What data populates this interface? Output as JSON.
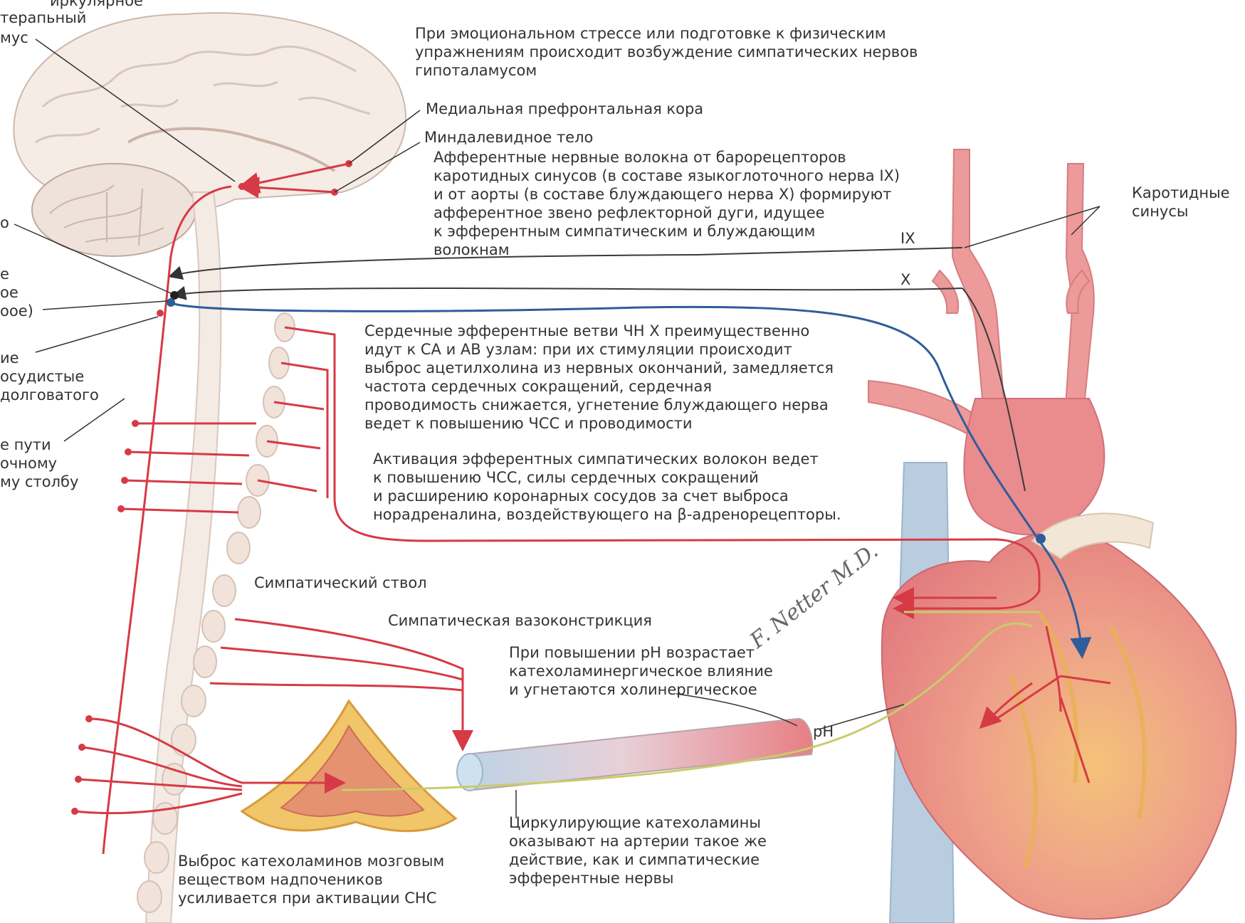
{
  "labels": {
    "top_left_partial_1": "иркулярное",
    "top_left_partial_2": "терапьный",
    "top_left_partial_3": "мус",
    "stress": "При эмоциональном стрессе или подготовке к физическим\nупражнениям происходит возбуждение симпатических нервов\nгипоталамусом",
    "prefrontal": "Медиальная префронтальная кора",
    "amygdala": "Миндалевидное тело",
    "afferent": "Афферентные нервные волокна от барорецепторов\nкаротидных синусов (в составе языкоглоточного нерва IX)\nи от аорты (в составе блуждающего нерва X) формируют\nафферентное звено рефлекторной дуги, идущее\nк эфферентным симпатическим и блуждающим\nволокнам",
    "carotid_sinuses": "Каротидные\nсинусы",
    "nerve_ix": "IX",
    "nerve_x": "X",
    "left_partial_a": "о",
    "left_partial_b": "е\nое\nоое)",
    "left_partial_c": "ие\nосудистые\nдолговатого",
    "left_partial_d": "е пути\nочному\nму столбу",
    "vagal_efferent": "Сердечные эфферентные ветви ЧН X преимущественно\nидут к СА и АВ узлам: при их стимуляции происходит\nвыброс ацетилхолина из нервных окончаний, замедляется\nчастота сердечных сокращений, сердечная\nпроводимость снижается, угнетение блуждающего нерва\nведет к повышению ЧСС и проводимости",
    "sympathetic_activation": "Активация эфферентных симпатических волокон ведет\nк повышению ЧСС, силы сердечных сокращений\nи расширению коронарных сосудов за счет выброса\nнорадреналина, воздействующего на β-адренорецепторы.",
    "sympathetic_trunk": "Симпатический ствол",
    "vasoconstriction": "Симпатическая вазоконстрикция",
    "ph_effect": "При повышении pH возрастает\nкатехоламинергическое влияние\nи угнетаются холинергическое",
    "ph": "pH",
    "catecholamines": "Циркулирующие катехоламины\nоказывают на артерии такое же\nдействие, как и симпатические\nэфферентные нервы",
    "adrenal": "Выброс катехоламинов мозговым\nвеществом надпочеников\nусиливается при активации СНС",
    "signature": "F. Netter M.D."
  },
  "colors": {
    "sympathetic": "#d63a45",
    "vagal": "#2f5d9a",
    "afferent": "#3a3a3a",
    "artery": "#ec9a9a",
    "vein": "#b9cde0",
    "brain": "#f5ece6",
    "adrenal": "#e9b45a",
    "chemo": "#c9cc6a"
  }
}
